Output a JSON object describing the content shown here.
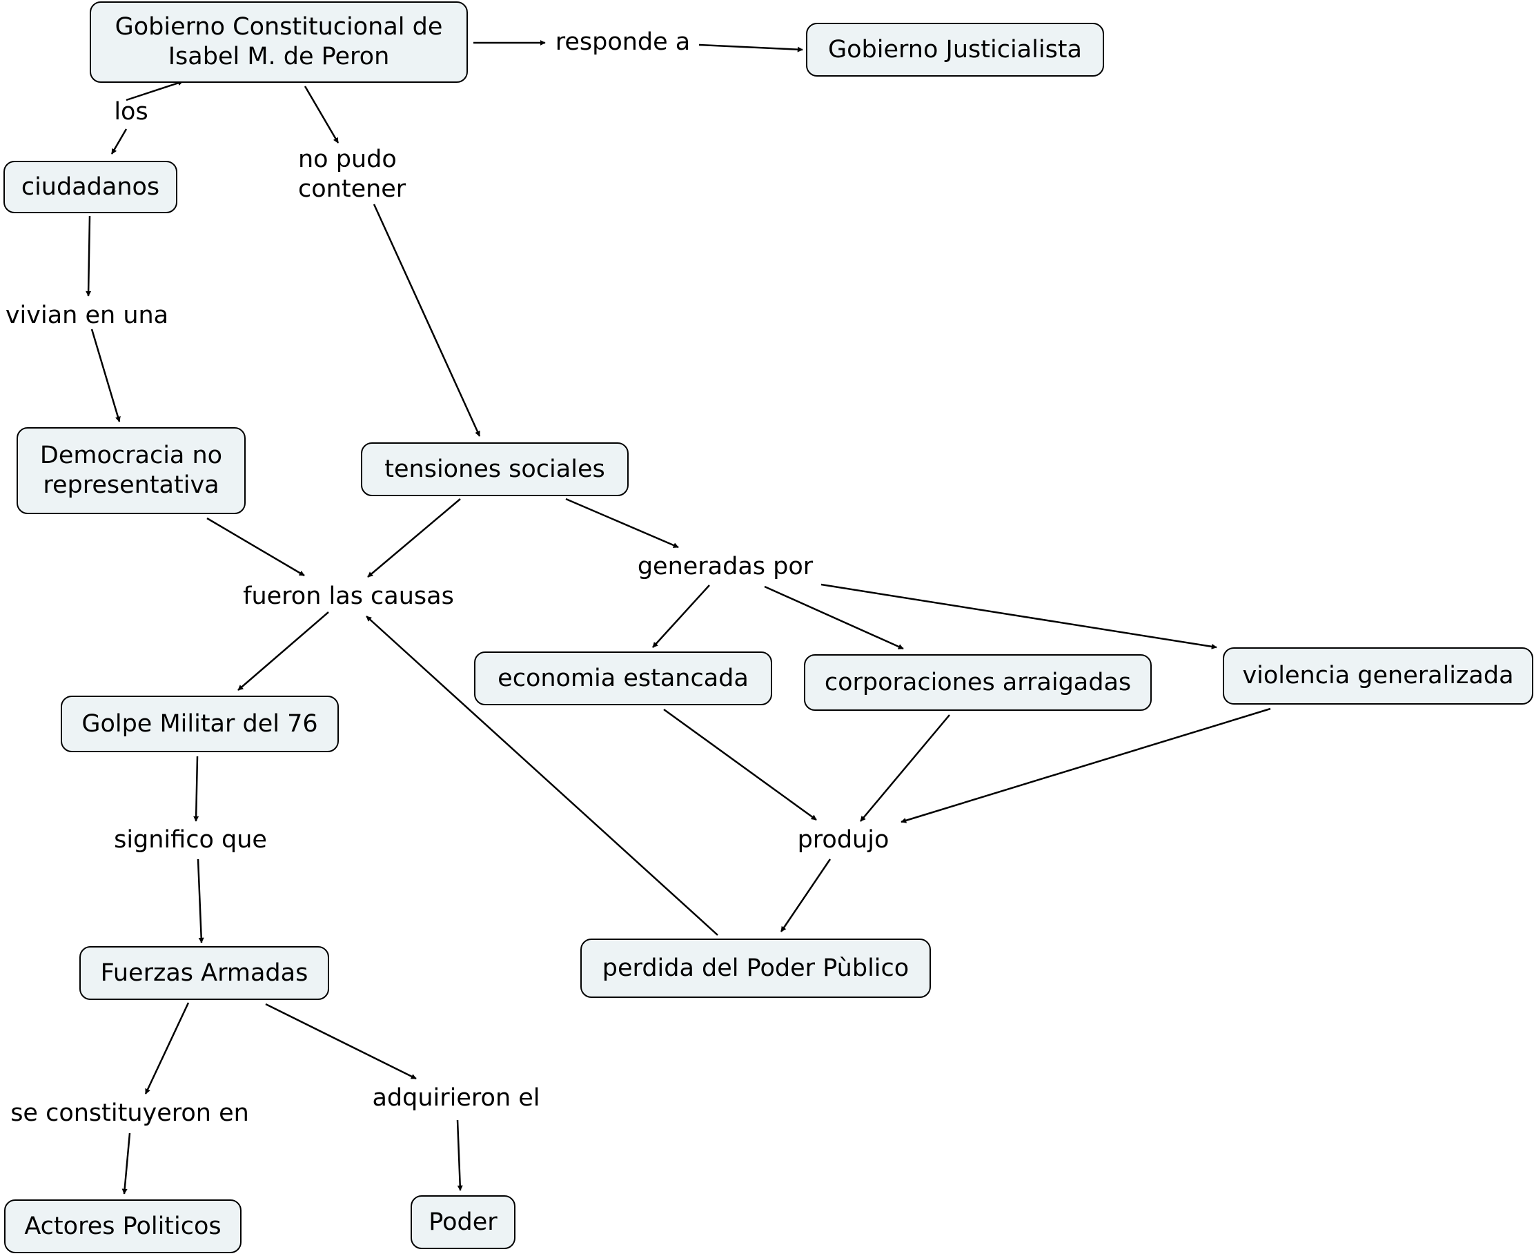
{
  "concepts": {
    "gobierno_isabel": "Gobierno Constitucional de Isabel M. de Peron",
    "gobierno_justicialista": "Gobierno Justicialista",
    "ciudadanos": "ciudadanos",
    "democracia": "Democracia no representativa",
    "tensiones": "tensiones sociales",
    "economia": "economia estancada",
    "corporaciones": "corporaciones arraigadas",
    "violencia": "violencia generalizada",
    "golpe": "Golpe Militar del 76",
    "perdida": "perdida del Poder Pùblico",
    "fuerzas": "Fuerzas Armadas",
    "actores": "Actores Politicos",
    "poder": "Poder"
  },
  "links": {
    "responde": "responde a",
    "los": "los",
    "no_pudo": "no pudo contener",
    "vivian": "vivian en una",
    "fueron": "fueron las causas",
    "generadas": "generadas por",
    "produjo": "produjo",
    "significo": "significo que",
    "constituyeron": "se constituyeron en",
    "adquirieron": "adquirieron el"
  }
}
